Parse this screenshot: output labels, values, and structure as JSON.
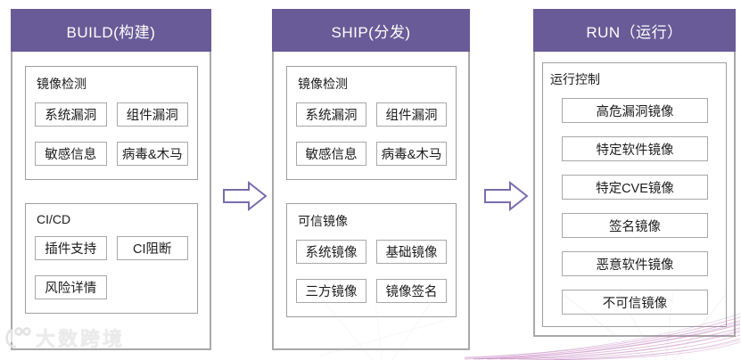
{
  "colors": {
    "header_bg": "#685B97",
    "header_text": "#ffffff",
    "column_border": "#a8a8a8",
    "group_border": "#9e9e9e",
    "box_border": "#a8a8a8",
    "text": "#1c1c1c",
    "arrow_outline": "#7a6cad",
    "swoosh_pink": "#c36bb0"
  },
  "columns": [
    {
      "id": "build",
      "header": "BUILD(构建)",
      "groups": [
        {
          "title": "镜像检测",
          "layout": "grid2",
          "items": [
            "系统漏洞",
            "组件漏洞",
            "敏感信息",
            "病毒&木马"
          ]
        },
        {
          "title": "CI/CD",
          "layout": "grid2",
          "items": [
            "插件支持",
            "CI阻断",
            "风险详情"
          ]
        }
      ]
    },
    {
      "id": "ship",
      "header": "SHIP(分发)",
      "groups": [
        {
          "title": "镜像检测",
          "layout": "grid2",
          "items": [
            "系统漏洞",
            "组件漏洞",
            "敏感信息",
            "病毒&木马"
          ]
        },
        {
          "title": "可信镜像",
          "layout": "grid2",
          "items": [
            "系统镜像",
            "基础镜像",
            "三方镜像",
            "镜像签名"
          ]
        }
      ]
    },
    {
      "id": "run",
      "header": "RUN（运行）",
      "groups": [
        {
          "title": "运行控制",
          "layout": "stack",
          "items": [
            "高危漏洞镜像",
            "特定软件镜像",
            "特定CVE镜像",
            "签名镜像",
            "恶意软件镜像",
            "不可信镜像"
          ]
        }
      ]
    }
  ],
  "watermark": {
    "text": "大数跨境"
  }
}
